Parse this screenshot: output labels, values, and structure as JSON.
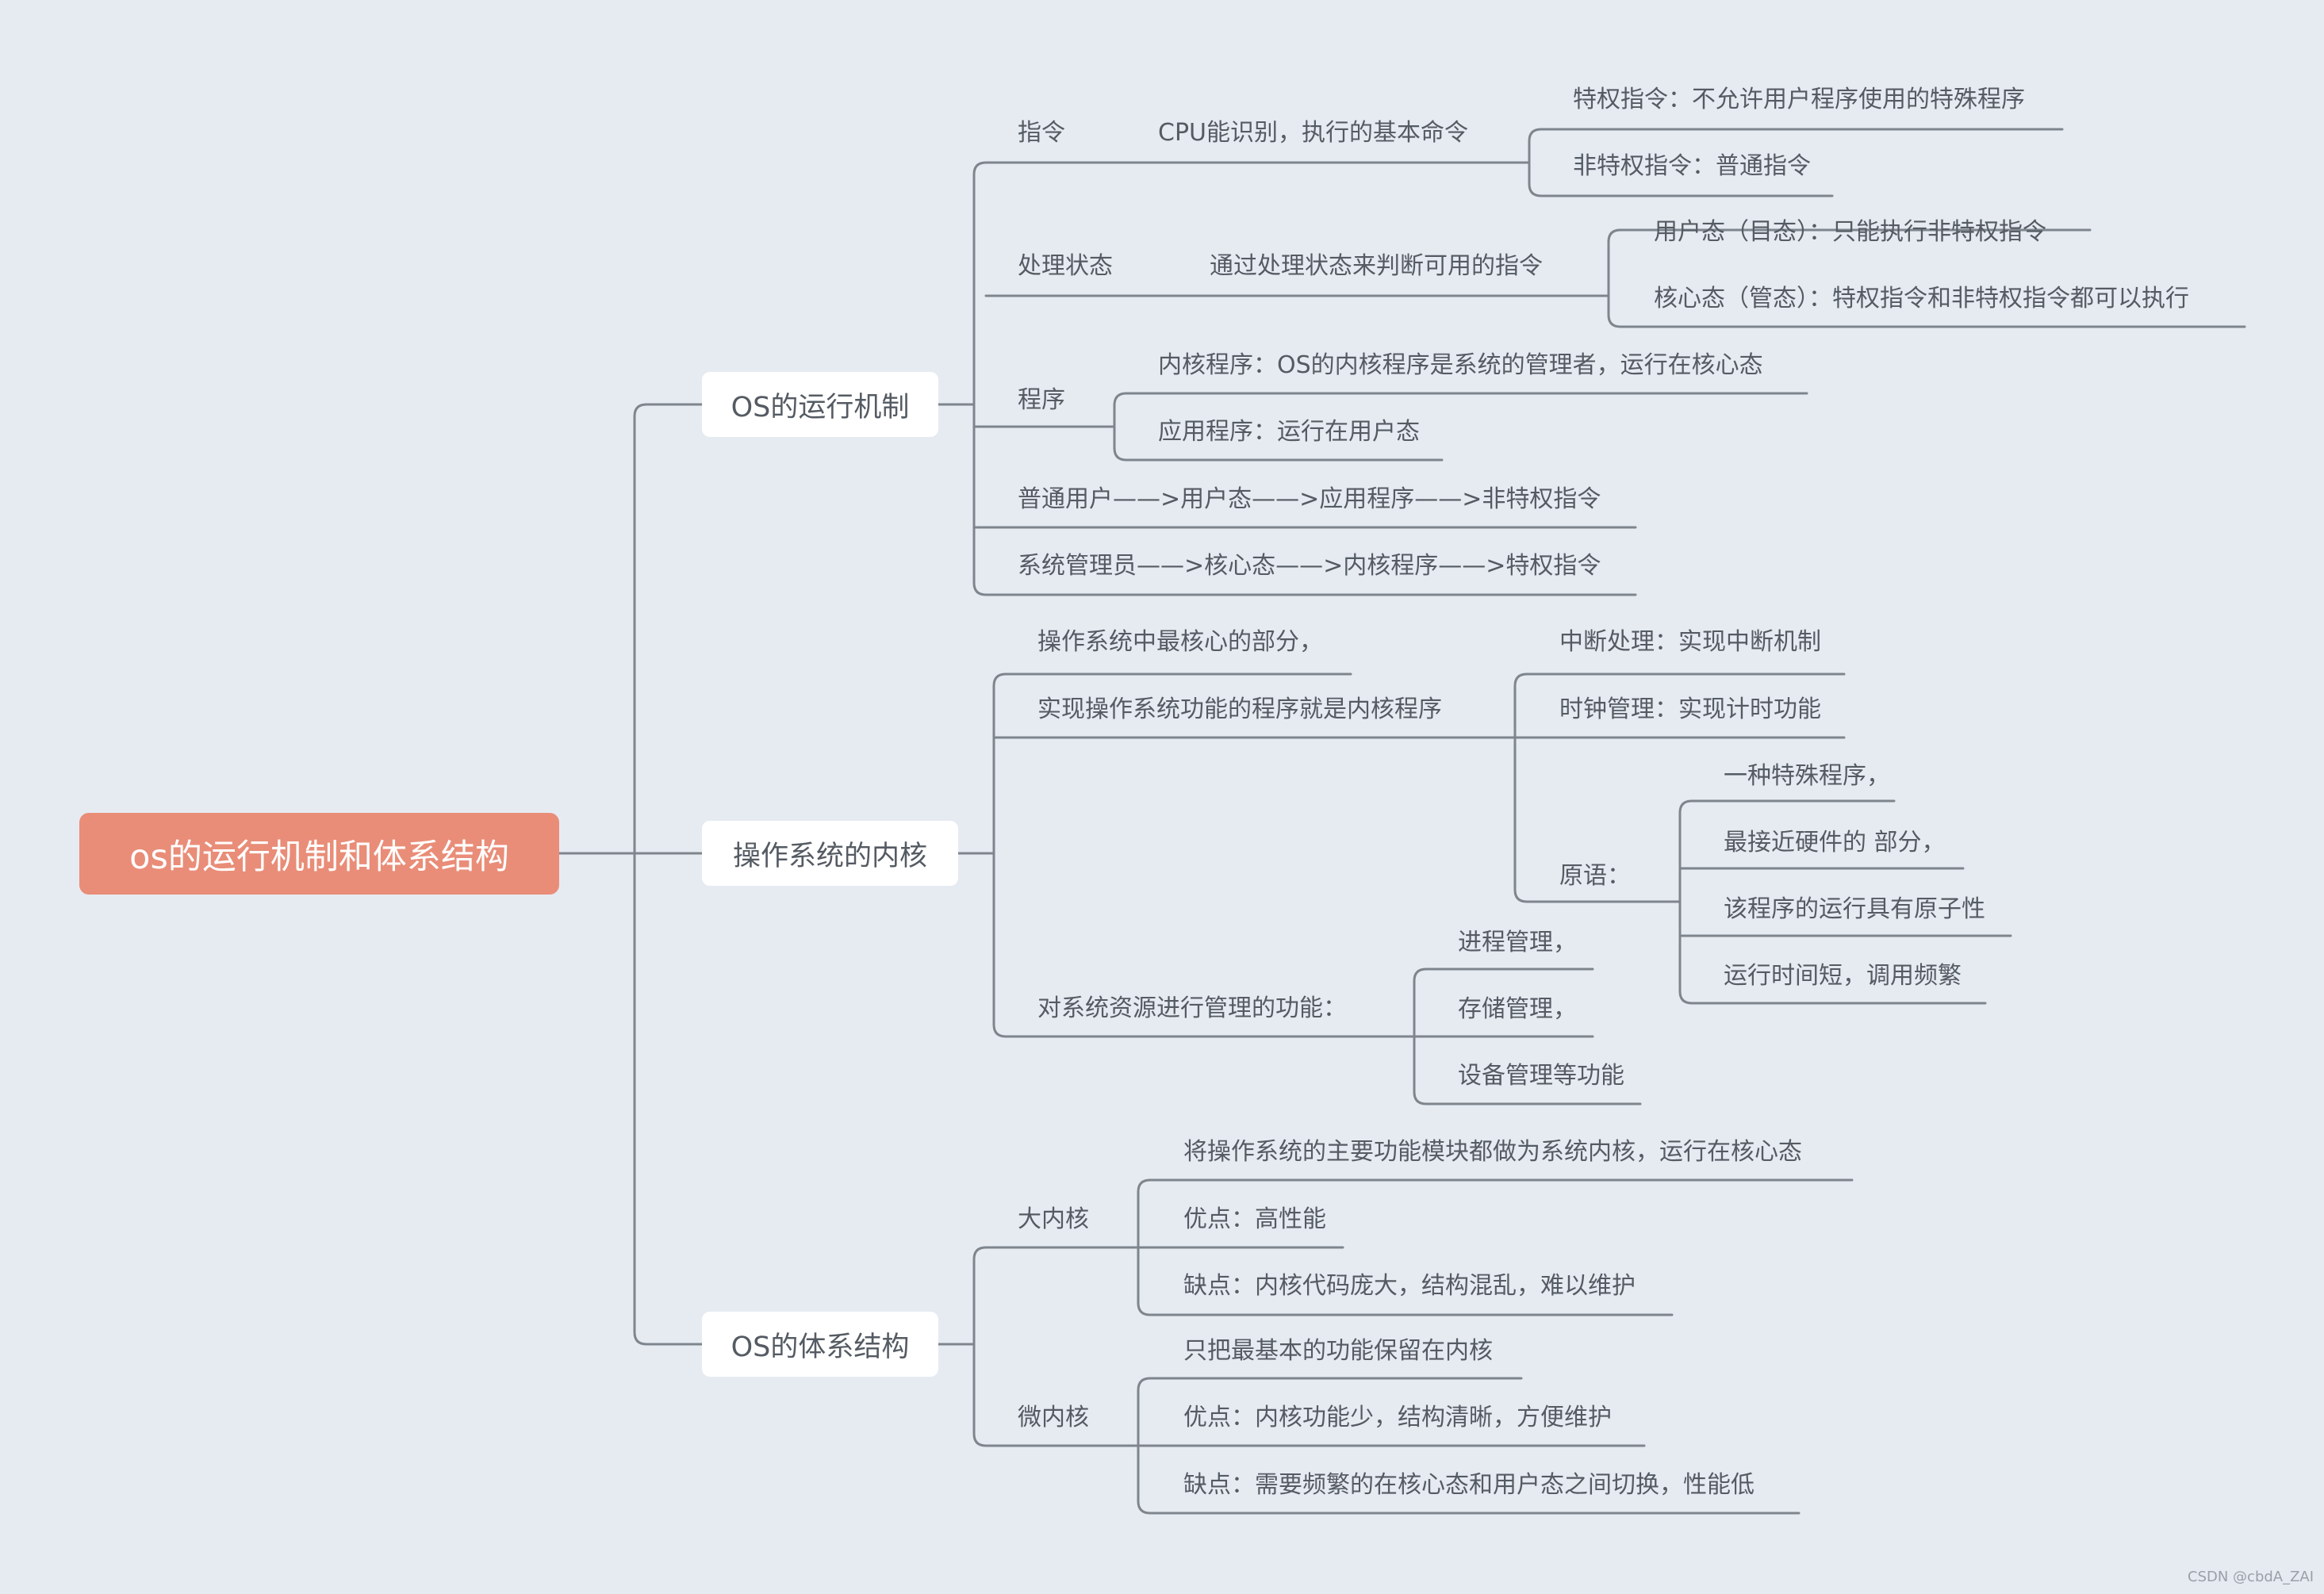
{
  "colors": {
    "background": "#e6ebf2",
    "root_fill": "#e98d78",
    "branch_fill": "#ffffff",
    "line": "#7f858c",
    "text": "#555b63"
  },
  "root": "os的运行机制和体系结构",
  "branches": {
    "b1": {
      "label": "OS的运行机制",
      "zhiling": "指令",
      "zhiling_desc": "CPU能识别，执行的基本命令",
      "tequan": "特权指令：不允许用户程序使用的特殊程序",
      "feitequan": "非特权指令：普通指令",
      "chuli": "处理状态",
      "chuli_desc": "通过处理状态来判断可用的指令",
      "yonghutai": "用户态（目态）：只能执行非特权指令",
      "hexintai": "核心态（管态）：特权指令和非特权指令都可以执行",
      "chengxu": "程序",
      "neihe_cx": "内核程序：OS的内核程序是系统的管理者，运行在核心态",
      "yingyong_cx": "应用程序：运行在用户态",
      "putong": "普通用户——>用户态——>应用程序——>非特权指令",
      "guanliyuan": "系统管理员——>核心态——>内核程序——>特权指令"
    },
    "b2": {
      "label": "操作系统的内核",
      "hexin": "操作系统中最核心的部分，",
      "shixian": "实现操作系统功能的程序就是内核程序",
      "zhongduan": "中断处理：实现中断机制",
      "shizhong": "时钟管理：实现计时功能",
      "yuanyu": "原语：",
      "yuanyu1": "一种特殊程序，",
      "yuanyu2": "最接近硬件的 部分，",
      "yuanyu3": "该程序的运行具有原子性",
      "yuanyu4": "运行时间短，调用频繁",
      "ziyuan": "对系统资源进行管理的功能：",
      "jincheng": "进程管理，",
      "cunchu": "存储管理，",
      "shebei": "设备管理等功能"
    },
    "b3": {
      "label": "OS的体系结构",
      "danei": "大内核",
      "danei1": "将操作系统的主要功能模块都做为系统内核，运行在核心态",
      "danei2": "优点：高性能",
      "danei3": "缺点：内核代码庞大，结构混乱，难以维护",
      "weinei": "微内核",
      "weinei1": "只把最基本的功能保留在内核",
      "weinei2": "优点：内核功能少，结构清晰，方便维护",
      "weinei3": "缺点：需要频繁的在核心态和用户态之间切换，性能低"
    }
  },
  "watermark": "CSDN @cbdA_ZAI"
}
